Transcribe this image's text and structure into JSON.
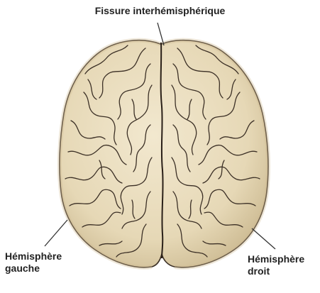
{
  "labels": {
    "fissure": "Fissure interhémisphérique",
    "left_line1": "Hémisphère",
    "left_line2": "gauche",
    "right_line1": "Hémisphère",
    "right_line2": "droit"
  },
  "colors": {
    "brain_fill": "#ece0c2",
    "brain_shadow": "#cdbb93",
    "sulcus": "#3c3026",
    "leader_line": "#333333",
    "label_text": "#222222"
  }
}
